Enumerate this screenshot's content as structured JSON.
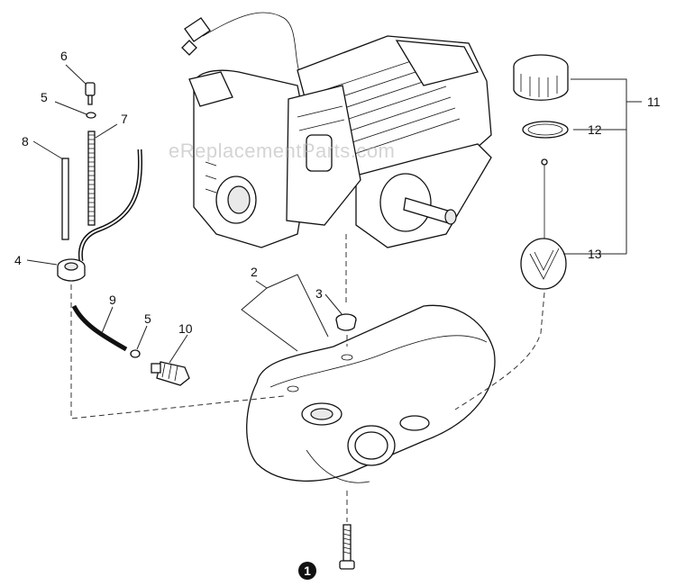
{
  "watermark": "eReplacementParts.com",
  "labels": {
    "p1": "1",
    "p2": "2",
    "p3": "3",
    "p4": "4",
    "p5a": "5",
    "p5b": "5",
    "p6": "6",
    "p7": "7",
    "p8": "8",
    "p9": "9",
    "p10": "10",
    "p11": "11",
    "p12": "12",
    "p13": "13"
  }
}
